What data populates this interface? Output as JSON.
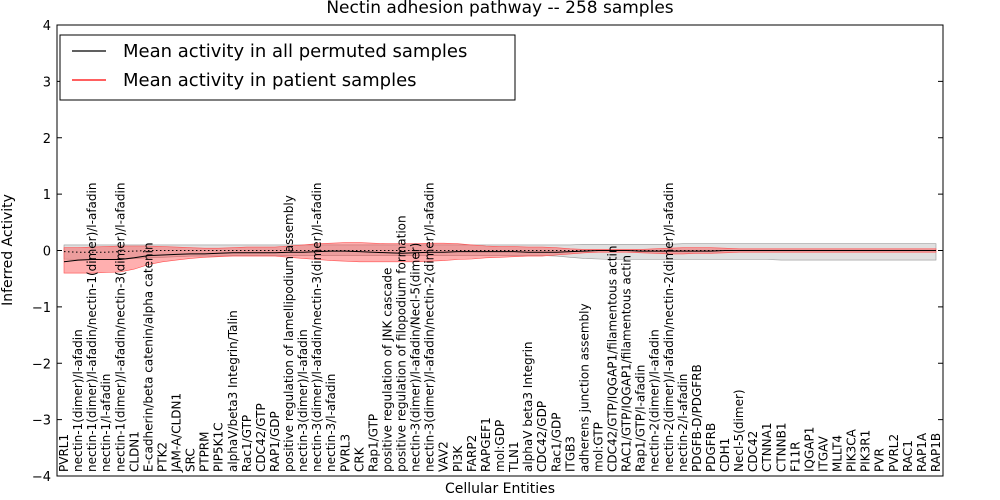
{
  "chart_data": {
    "type": "line",
    "title": "Nectin adhesion pathway -- 258 samples",
    "xlabel": "Cellular Entities",
    "ylabel": "Inferred Activity",
    "ylim": [
      -4,
      4
    ],
    "yticks": [
      -4,
      -3,
      -2,
      -1,
      0,
      1,
      2,
      3,
      4
    ],
    "legend_position": "top-left",
    "categories": [
      "PVRL1",
      "nectin-1(dimer)/l-afadin",
      "nectin-1(dimer)/l-afadin/nectin-1(dimer)/l-afadin",
      "nectin-1/l-afadin",
      "nectin-1(dimer)/l-afadin/nectin-3(dimer)/l-afadin",
      "CLDN1",
      "E-cadherin/beta catenin/alpha catenin",
      "PTK2",
      "JAM-A/CLDN1",
      "SRC",
      "PTPRM",
      "PIP5K1C",
      "alphaV/beta3 Integrin/Talin",
      "Rac1/GTP",
      "CDC42/GTP",
      "RAP1/GDP",
      "positive regulation of lamellipodium assembly",
      "nectin-3(dimer)/l-afadin",
      "nectin-3(dimer)/l-afadin/nectin-3(dimer)/l-afadin",
      "nectin-3/l-afadin",
      "PVRL3",
      "CRK",
      "Rap1/GTP",
      "positive regulation of JNK cascade",
      "positive regulation of filopodium formation",
      "nectin-3(dimer)/l-afadin/Necl-5(dimer)",
      "nectin-3(dimer)/l-afadin/nectin-2(dimer)/l-afadin",
      "VAV2",
      "PI3K",
      "FARP2",
      "RAPGEF1",
      "mol:GDP",
      "TLN1",
      "alphaV beta3 Integrin",
      "CDC42/GDP",
      "Rac1/GDP",
      "ITGB3",
      "adherens junction assembly",
      "mol:GTP",
      "CDC42/GTP/IQGAP1/filamentous actin",
      "RAC1/GTP/IQGAP1/filamentous actin",
      "Rap1/GTP/l-afadin",
      "nectin-2(dimer)/l-afadin",
      "nectin-2(dimer)/l-afadin/nectin-2(dimer)/l-afadin",
      "nectin-2/l-afadin",
      "PDGFB-D/PDGFRB",
      "PDGFRB",
      "CDH1",
      "Necl-5(dimer)",
      "CDC42",
      "CTNNA1",
      "CTNNB1",
      "F11R",
      "IQGAP1",
      "ITGAV",
      "MLLT4",
      "PIK3CA",
      "PIK3R1",
      "PVR",
      "PVRL2",
      "RAC1",
      "RAP1A",
      "RAP1B"
    ],
    "series": [
      {
        "name": "Mean activity in all permuted samples",
        "color": "#000000",
        "style": "dotted",
        "values": [
          -0.02,
          -0.03,
          -0.03,
          -0.03,
          -0.02,
          -0.01,
          0.0,
          0.0,
          0.0,
          0.0,
          0.0,
          0.0,
          0.0,
          0.0,
          0.0,
          0.0,
          0.0,
          0.0,
          0.0,
          0.0,
          0.0,
          0.0,
          0.0,
          0.0,
          0.0,
          0.0,
          0.0,
          0.0,
          0.0,
          0.0,
          0.0,
          0.0,
          0.0,
          0.0,
          0.0,
          0.0,
          0.0,
          0.0,
          0.0,
          0.0,
          0.0,
          0.0,
          0.0,
          0.0,
          0.0,
          0.0,
          0.0,
          0.0,
          0.0,
          0.0,
          0.0,
          0.0,
          0.0,
          0.0,
          0.0,
          0.0,
          0.0,
          0.0,
          0.0,
          0.0,
          0.0,
          0.0,
          0.0
        ],
        "band_low": [
          -0.15,
          -0.16,
          -0.16,
          -0.16,
          -0.15,
          -0.14,
          -0.13,
          -0.12,
          -0.11,
          -0.1,
          -0.1,
          -0.1,
          -0.09,
          -0.09,
          -0.09,
          -0.09,
          -0.09,
          -0.09,
          -0.09,
          -0.09,
          -0.09,
          -0.09,
          -0.09,
          -0.09,
          -0.09,
          -0.09,
          -0.09,
          -0.09,
          -0.09,
          -0.09,
          -0.09,
          -0.09,
          -0.09,
          -0.09,
          -0.09,
          -0.1,
          -0.12,
          -0.14,
          -0.15,
          -0.16,
          -0.16,
          -0.16,
          -0.16,
          -0.16,
          -0.16,
          -0.16,
          -0.16,
          -0.16,
          -0.16,
          -0.16,
          -0.16,
          -0.17,
          -0.17,
          -0.17,
          -0.17,
          -0.17,
          -0.17,
          -0.17,
          -0.17,
          -0.17,
          -0.17,
          -0.17,
          -0.17
        ],
        "band_high": [
          0.1,
          0.1,
          0.1,
          0.1,
          0.1,
          0.1,
          0.1,
          0.1,
          0.1,
          0.1,
          0.1,
          0.1,
          0.1,
          0.1,
          0.1,
          0.1,
          0.1,
          0.1,
          0.1,
          0.1,
          0.1,
          0.1,
          0.1,
          0.1,
          0.1,
          0.1,
          0.1,
          0.1,
          0.1,
          0.1,
          0.1,
          0.1,
          0.1,
          0.1,
          0.1,
          0.1,
          0.1,
          0.11,
          0.11,
          0.11,
          0.11,
          0.11,
          0.11,
          0.11,
          0.12,
          0.12,
          0.12,
          0.12,
          0.12,
          0.12,
          0.12,
          0.12,
          0.12,
          0.12,
          0.12,
          0.12,
          0.12,
          0.12,
          0.12,
          0.12,
          0.12,
          0.12,
          0.12
        ]
      },
      {
        "name": "Mean activity in patient samples",
        "color": "#ff0000",
        "values": [
          -0.2,
          -0.17,
          -0.16,
          -0.16,
          -0.16,
          -0.13,
          -0.09,
          -0.08,
          -0.07,
          -0.06,
          -0.06,
          -0.05,
          -0.04,
          -0.04,
          -0.04,
          -0.04,
          -0.03,
          -0.03,
          -0.02,
          -0.01,
          -0.01,
          -0.02,
          -0.03,
          -0.04,
          -0.05,
          -0.04,
          -0.03,
          -0.03,
          -0.02,
          -0.02,
          -0.02,
          -0.02,
          -0.02,
          -0.03,
          -0.03,
          -0.03,
          -0.02,
          -0.01,
          0.0,
          0.0,
          0.0,
          -0.01,
          -0.01,
          -0.01,
          -0.01,
          -0.01,
          -0.01,
          0.0,
          0.0,
          0.0,
          0.0,
          0.0,
          0.0,
          0.0,
          0.0,
          0.0,
          0.0,
          0.0,
          0.0,
          0.0,
          0.0,
          0.0,
          0.0
        ],
        "band_low": [
          -0.4,
          -0.4,
          -0.4,
          -0.39,
          -0.38,
          -0.33,
          -0.25,
          -0.2,
          -0.17,
          -0.14,
          -0.12,
          -0.11,
          -0.1,
          -0.1,
          -0.1,
          -0.1,
          -0.12,
          -0.14,
          -0.16,
          -0.18,
          -0.19,
          -0.2,
          -0.2,
          -0.2,
          -0.2,
          -0.2,
          -0.19,
          -0.18,
          -0.16,
          -0.15,
          -0.13,
          -0.12,
          -0.11,
          -0.1,
          -0.1,
          -0.08,
          -0.06,
          -0.04,
          -0.03,
          -0.03,
          -0.03,
          -0.04,
          -0.05,
          -0.06,
          -0.06,
          -0.05,
          -0.05,
          -0.04,
          -0.03,
          -0.03,
          -0.03,
          -0.03,
          -0.03,
          -0.03,
          -0.03,
          -0.03,
          -0.03,
          -0.03,
          -0.03,
          -0.03,
          -0.03,
          -0.03,
          -0.03
        ],
        "band_high": [
          0.05,
          0.05,
          0.06,
          0.07,
          0.08,
          0.08,
          0.08,
          0.07,
          0.06,
          0.05,
          0.04,
          0.04,
          0.05,
          0.06,
          0.06,
          0.06,
          0.08,
          0.1,
          0.12,
          0.13,
          0.14,
          0.14,
          0.13,
          0.12,
          0.12,
          0.12,
          0.13,
          0.13,
          0.12,
          0.1,
          0.08,
          0.07,
          0.07,
          0.06,
          0.06,
          0.05,
          0.03,
          0.02,
          0.02,
          0.02,
          0.02,
          0.02,
          0.03,
          0.04,
          0.05,
          0.05,
          0.05,
          0.04,
          0.03,
          0.03,
          0.03,
          0.03,
          0.03,
          0.03,
          0.03,
          0.03,
          0.03,
          0.03,
          0.03,
          0.03,
          0.03,
          0.03,
          0.03
        ]
      }
    ]
  }
}
